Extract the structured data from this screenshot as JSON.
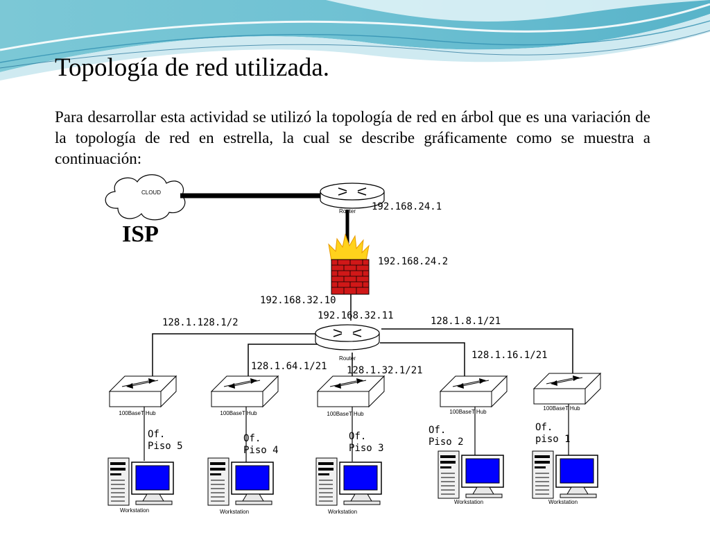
{
  "slide": {
    "title": "Topología de red utilizada.",
    "body": "Para desarrollar esta actividad se utilizó la topología de red en árbol que es una variación de la topología de red en estrella, la cual se  describe gráficamente como se muestra a continuación:"
  },
  "diagram": {
    "isp_label": "ISP",
    "cloud_label": "CLOUD",
    "router_label": "Router",
    "hub_label": "100BaseT Hub",
    "workstation_label": "Workstation",
    "addresses": {
      "top_router": "192.168.24.1",
      "firewall": "192.168.24.2",
      "core_router_upper": "192.168.32.10",
      "core_router": "192.168.32.11",
      "link_piso_5": "128.1.128.1/2",
      "link_piso_4": "128.1.64.1/21",
      "link_piso_3": "128.1.32.1/21",
      "link_piso_2": "128.1.16.1/21",
      "link_piso_1": "128.1.8.1/21"
    },
    "floors": [
      {
        "of": "Of.",
        "piso": "Piso 5"
      },
      {
        "of": "Of.",
        "piso": "Piso 4"
      },
      {
        "of": "Of.",
        "piso": "Piso 3"
      },
      {
        "of": "Of.",
        "piso": "Piso 2"
      },
      {
        "of": "Of.",
        "piso": "piso 1"
      }
    ]
  }
}
